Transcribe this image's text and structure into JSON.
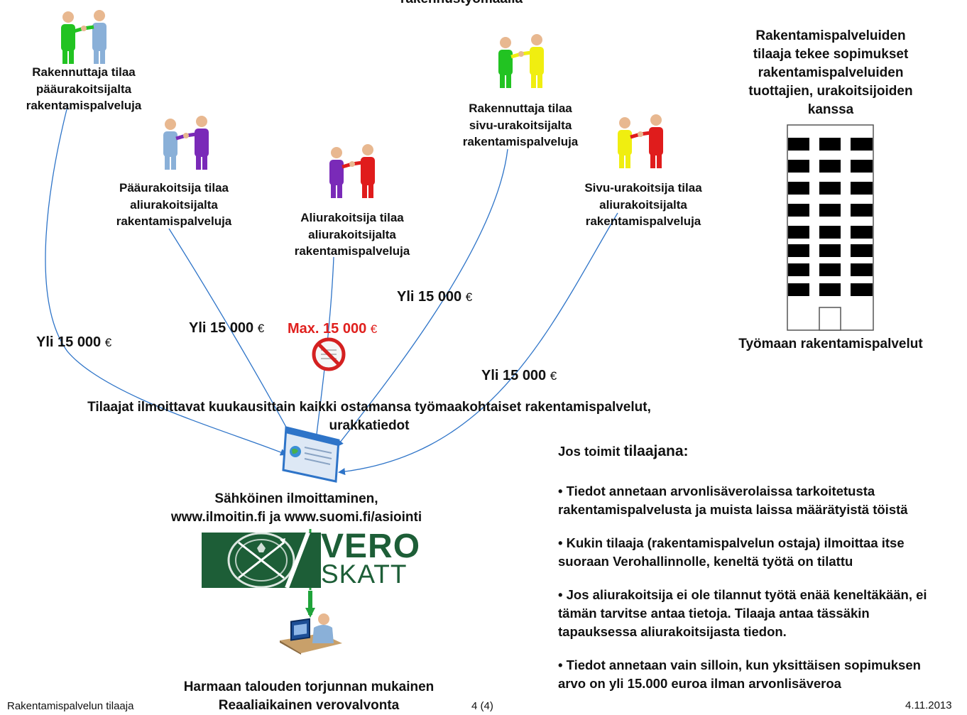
{
  "header": {
    "title_fragment": "rakennustyömaalla"
  },
  "buyers": {
    "green_blue": [
      "Rakennuttaja tilaa",
      "pääurakoitsijalta",
      "rakentamispalveluja"
    ],
    "blue_purple": [
      "Pääurakoitsija tilaa",
      "aliurakoitsijalta",
      "rakentamispalveluja"
    ],
    "purple_red": [
      "Aliurakoitsija tilaa",
      "aliurakoitsijalta",
      "rakentamispalveluja"
    ],
    "green_yellow": [
      "Rakennuttaja tilaa",
      "sivu-urakoitsijalta",
      "rakentamispalveluja"
    ],
    "yellow_red": [
      "Sivu-urakoitsija tilaa",
      "aliurakoitsijalta",
      "rakentamispalveluja"
    ]
  },
  "amounts": {
    "a1": "Yli 15 000",
    "a2": "Yli 15 000",
    "a3": "Max. 15 000",
    "a4": "Yli 15 000",
    "a5": "Yli 15 000",
    "currency": "€"
  },
  "building": {
    "title": [
      "Rakentamispalveluiden",
      "tilaaja tekee sopimukset",
      "rakentamispalveluiden",
      "tuottajien, urakoitsijoiden",
      "kanssa"
    ],
    "caption": "Työmaan rakentamispalvelut"
  },
  "reporting": {
    "line1": "Tilaajat ilmoittavat kuukausittain kaikki ostamansa työmaakohtaiset rakentamispalvelut,",
    "line2": "urakkatiedot"
  },
  "electronic": {
    "line1": "Sähköinen ilmoittaminen,",
    "line2": "www.ilmoitin.fi ja www.suomi.fi/asiointi"
  },
  "logo": {
    "vero": "VERO",
    "skatt": "SKATT"
  },
  "control": {
    "line1": "Harmaan talouden torjunnan mukainen",
    "line2": "Reaaliaikainen verovalvonta"
  },
  "info": {
    "heading_prefix": "Jos toimit ",
    "heading_emph": "tilaajana:",
    "bullets": [
      "• Tiedot annetaan arvonlisäverolaissa tarkoitetusta rakentamispalvelusta ja muista laissa määrätyistä töistä",
      "• Kukin tilaaja (rakentamispalvelun ostaja) ilmoittaa itse suoraan Verohallinnolle, keneltä työtä on tilattu",
      "• Jos aliurakoitsija ei ole tilannut työtä enää keneltäkään, ei tämän tarvitse antaa tietoja. Tilaaja antaa tässäkin tapauksessa aliurakoitsijasta tiedon.",
      "• Tiedot annetaan vain silloin, kun yksittäisen sopimuksen arvo on yli 15.000 euroa ilman arvonlisäveroa"
    ]
  },
  "footer": {
    "left": "Rakentamispalvelun tilaaja",
    "page": "4 (4)",
    "date": "4.11.2013"
  },
  "colors": {
    "arrow": "#2e74c8",
    "green": "#22c322",
    "blue": "#8ab0d8",
    "purple": "#7a2ab8",
    "red": "#e01c1c",
    "yellow": "#f0ee10",
    "vero_green": "#1d5e37",
    "no_red": "#d42020"
  }
}
